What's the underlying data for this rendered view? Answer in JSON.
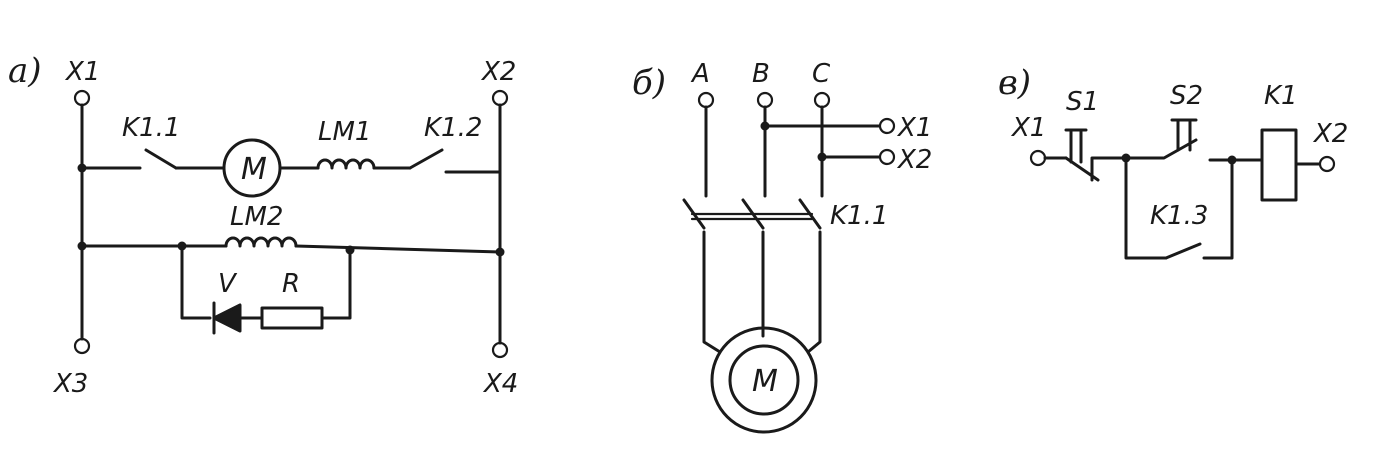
{
  "diagram_a": {
    "section_label": "а)",
    "terminals": {
      "x1": "X1",
      "x2": "X2",
      "x3": "X3",
      "x4": "X4"
    },
    "contact_k11": "K1.1",
    "contact_k12": "K1.2",
    "motor": "M",
    "winding_lm1": "LM1",
    "winding_lm2": "LM2",
    "diode": "V",
    "resistor": "R"
  },
  "diagram_b": {
    "section_label": "б)",
    "phases": {
      "a": "A",
      "b": "B",
      "c": "C"
    },
    "terminals": {
      "x1": "X1",
      "x2": "X2"
    },
    "contactor": "K1.1",
    "motor": "M"
  },
  "diagram_c": {
    "section_label": "в)",
    "terminals": {
      "x1": "X1",
      "x2": "X2"
    },
    "button_s1": "S1",
    "button_s2": "S2",
    "coil": "K1",
    "contact_k13": "K1.3"
  }
}
